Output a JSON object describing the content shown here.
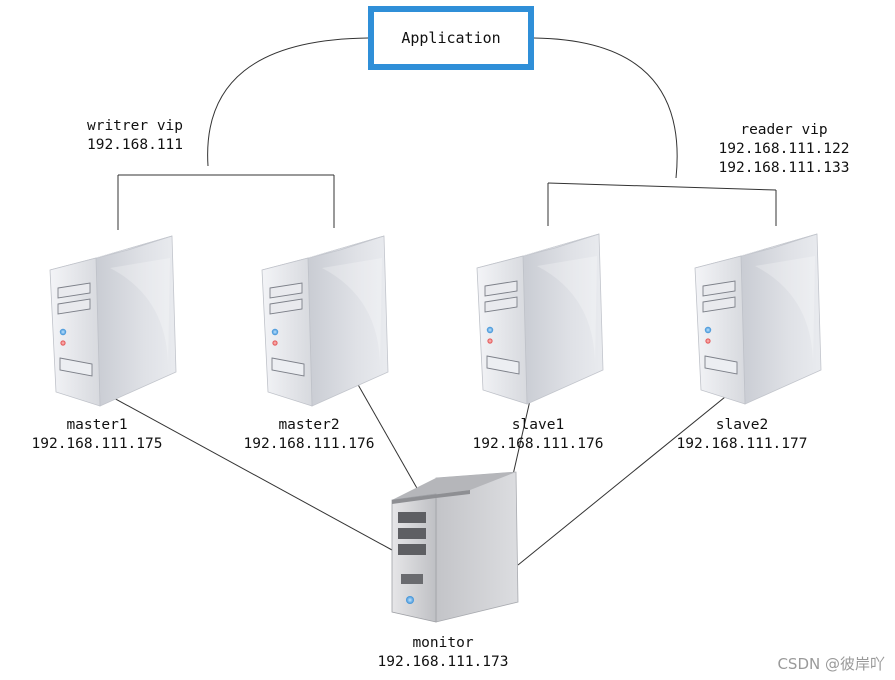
{
  "application": {
    "label": "Application"
  },
  "writer_vip": {
    "title": "writrer vip",
    "ip": "192.168.111"
  },
  "reader_vip": {
    "title": "reader vip",
    "ips": [
      "192.168.111.122",
      "192.168.111.133"
    ]
  },
  "servers": [
    {
      "name": "master1",
      "ip": "192.168.111.175"
    },
    {
      "name": "master2",
      "ip": "192.168.111.176"
    },
    {
      "name": "slave1",
      "ip": "192.168.111.176"
    },
    {
      "name": "slave2",
      "ip": "192.168.111.177"
    }
  ],
  "monitor": {
    "name": "monitor",
    "ip": "192.168.111.173"
  },
  "watermark": "CSDN @彼岸吖"
}
